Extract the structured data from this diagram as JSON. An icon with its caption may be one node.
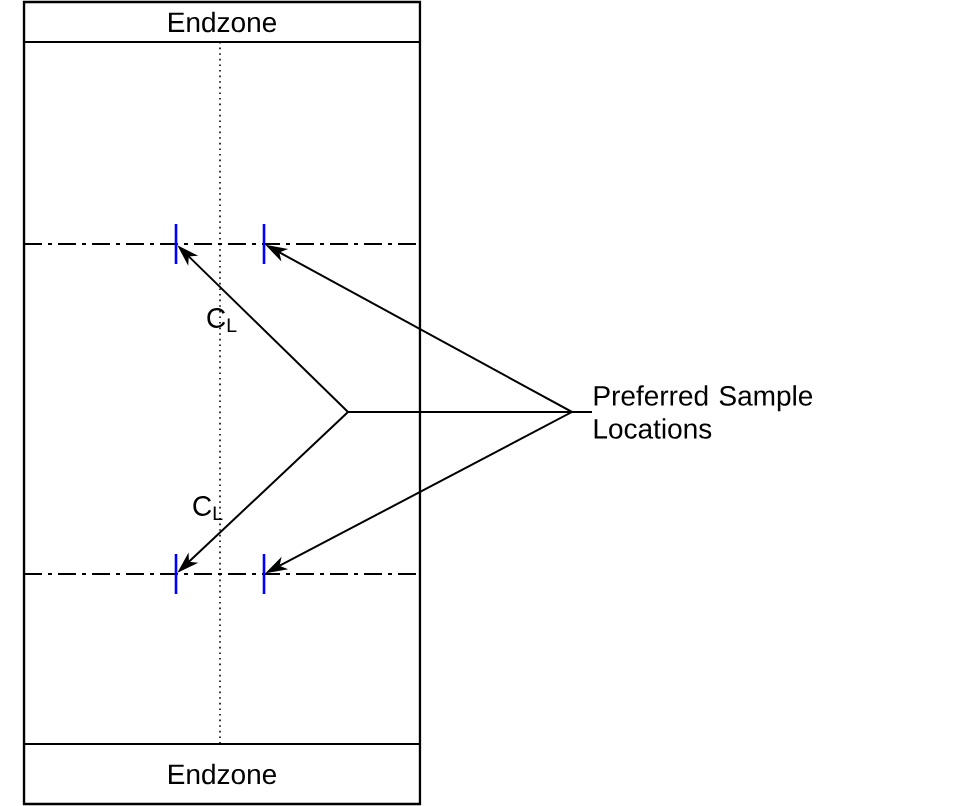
{
  "diagram": {
    "nodes": [
      {
        "text": [
          "Endzone"
        ]
      },
      {
        "text": [
          "Endzone"
        ]
      },
      {
        "text": [
          "Preferred Sample Locations"
        ]
      },
      {
        "text": [],
        "shape": "bar"
      },
      {
        "text": [],
        "shape": "bar"
      },
      {
        "text": [],
        "shape": "bar"
      },
      {
        "text": [],
        "shape": "bar"
      }
    ],
    "edges": [
      {
        "from": 2,
        "to": 3,
        "arrow": "to"
      },
      {
        "from": 2,
        "to": 4,
        "arrow": "to"
      },
      {
        "from": 2,
        "to": 5,
        "arrow": "to"
      },
      {
        "from": 2,
        "to": 6,
        "arrow": "to"
      }
    ],
    "labels": [
      "C$_{L}$",
      "C$_{L}$"
    ]
  }
}
